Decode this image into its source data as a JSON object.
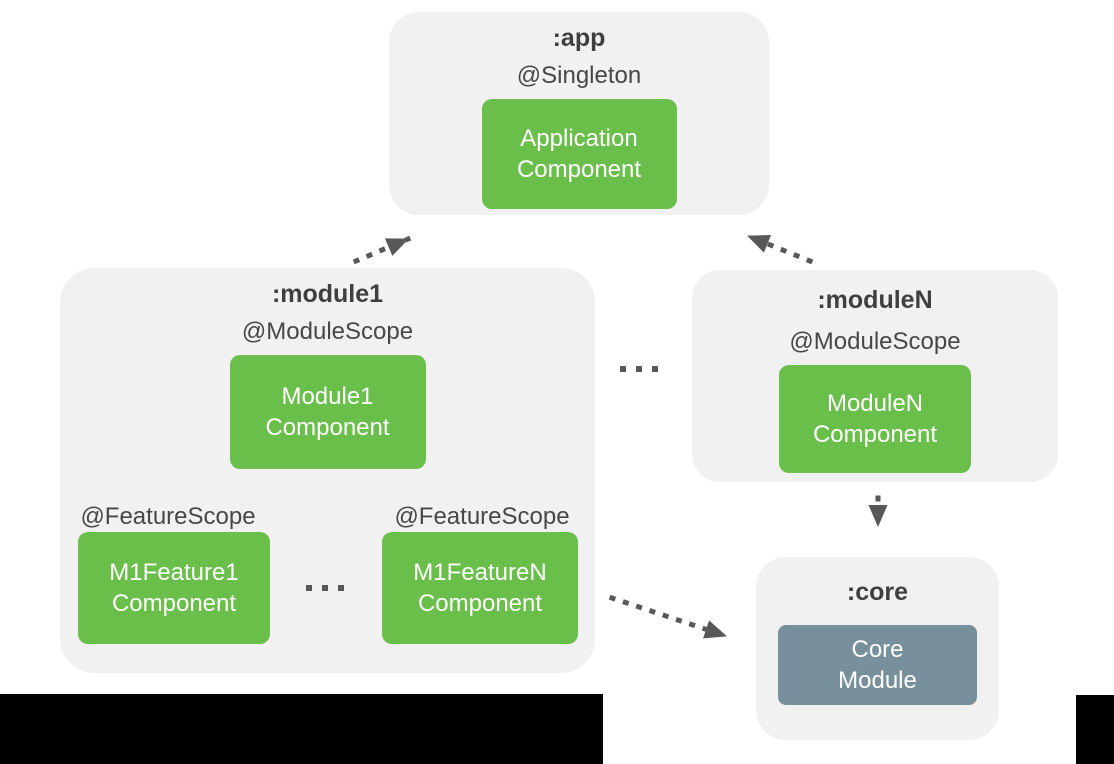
{
  "colors": {
    "background": "#ffffff",
    "container_bg": "#f1f1f2",
    "component_green": "#6abf4b",
    "core_blue_gray": "#78909c",
    "title_text": "#3f3f3f",
    "scope_text": "#474747",
    "component_text": "#ffffff",
    "arrow": "#58585a",
    "letterbox": "#000000"
  },
  "groups": {
    "app": {
      "title": ":app",
      "scope": "@Singleton",
      "component": {
        "line1": "Application",
        "line2": "Component"
      }
    },
    "module1": {
      "title": ":module1",
      "scope": "@ModuleScope",
      "component": {
        "line1": "Module1",
        "line2": "Component"
      },
      "features": {
        "left_scope": "@FeatureScope",
        "right_scope": "@FeatureScope",
        "feature1": {
          "line1": "M1Feature1",
          "line2": "Component"
        },
        "featureN": {
          "line1": "M1FeatureN",
          "line2": "Component"
        },
        "ellipsis": ". . ."
      }
    },
    "moduleN": {
      "title": ":moduleN",
      "scope": "@ModuleScope",
      "component": {
        "line1": "ModuleN",
        "line2": "Component"
      }
    },
    "core": {
      "title": ":core",
      "component": {
        "line1": "Core",
        "line2": "Module"
      }
    }
  },
  "ellipsis_between_modules": ". . .",
  "edges": [
    {
      "from": "Module1Component",
      "to": "ApplicationComponent",
      "style": "dotted-arrow"
    },
    {
      "from": "ModuleNComponent",
      "to": "ApplicationComponent",
      "style": "dotted-arrow"
    },
    {
      "from": "M1Feature1Component",
      "to": "Module1Component",
      "style": "dotted-arrow"
    },
    {
      "from": "M1FeatureNComponent",
      "to": "Module1Component",
      "style": "dotted-arrow"
    },
    {
      "from": "Module1",
      "to": "CoreModule",
      "style": "dotted-arrow"
    },
    {
      "from": "ModuleNComponent",
      "to": "CoreModule",
      "style": "dotted-arrow"
    }
  ]
}
